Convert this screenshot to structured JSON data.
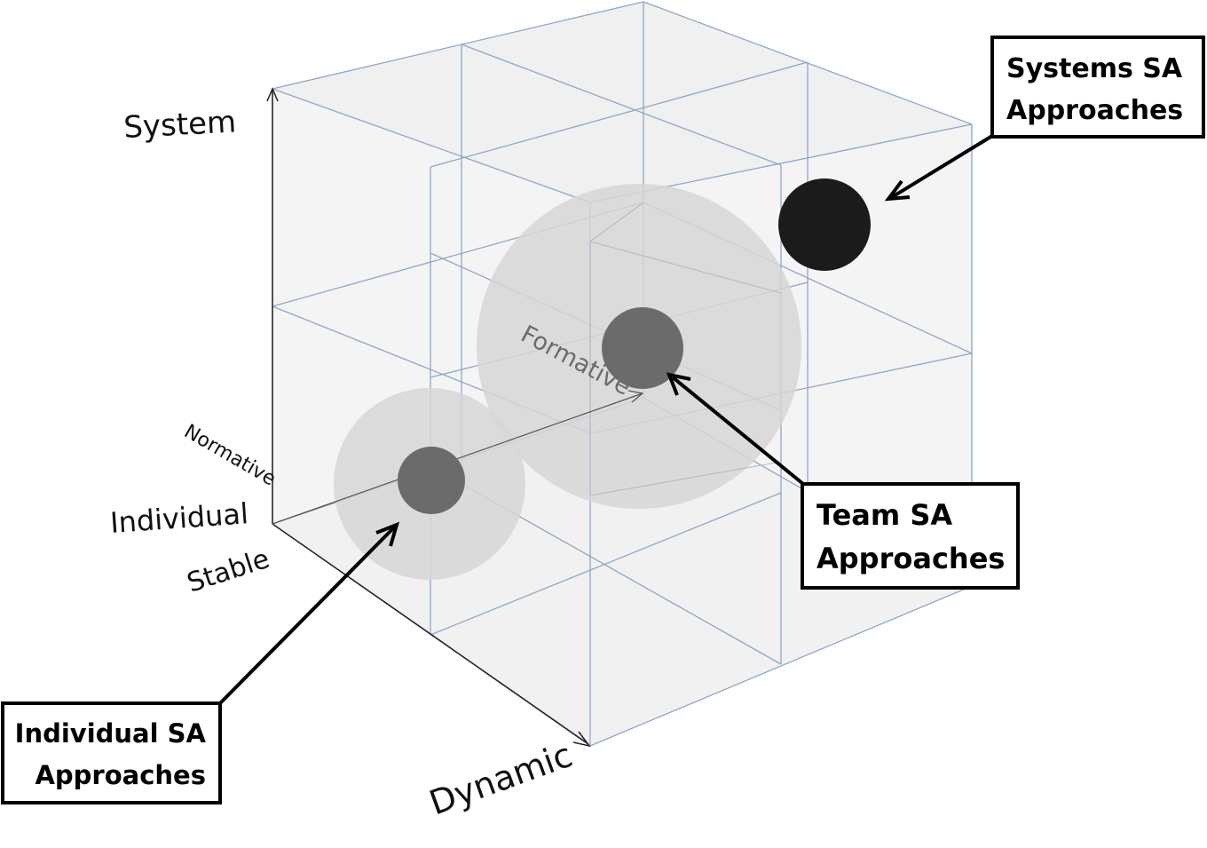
{
  "axes": {
    "vertical_top": "System",
    "vertical_bottom": "Individual",
    "depth_start": "Normative",
    "depth_end": "Formative",
    "horizontal_start": "Stable",
    "horizontal_end": "Dynamic"
  },
  "callouts": {
    "systems": {
      "line1": "Systems SA",
      "line2": "Approaches"
    },
    "team": {
      "line1": "Team SA",
      "line2": "Approaches"
    },
    "individual": {
      "line1": "Individual SA",
      "line2": "Approaches"
    }
  },
  "colors": {
    "grid": "#8fa6c6",
    "cube_face": "#f2f2f2",
    "halo": "#d4d4d4",
    "marker_mid": "#6b6b6b",
    "marker_dark": "#1b1b1b",
    "box_border": "#000000"
  }
}
